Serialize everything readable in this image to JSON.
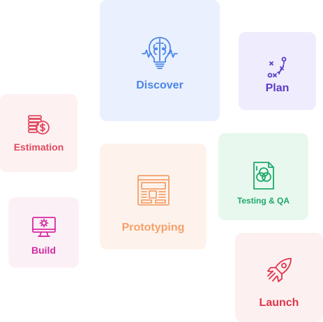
{
  "cards": {
    "discover": {
      "label": "Discover",
      "icon": "brain-bulb-icon",
      "color": "#4a86e8",
      "background": "#eaf0fd"
    },
    "plan": {
      "label": "Plan",
      "icon": "strategy-plan-icon",
      "color": "#5b3cc4",
      "background": "#efedfd"
    },
    "estimation": {
      "label": "Estimation",
      "icon": "coins-dollar-icon",
      "color": "#e04a5f",
      "background": "#fdf1f2"
    },
    "testing": {
      "label": "Testing & QA",
      "icon": "document-test-icon",
      "color": "#1fa869",
      "background": "#e8f8ef"
    },
    "prototyping": {
      "label": "Prototyping",
      "icon": "wireframe-icon",
      "color": "#f5a06a",
      "background": "#fef3ec"
    },
    "build": {
      "label": "Build",
      "icon": "monitor-gear-icon",
      "color": "#d42ba1",
      "background": "#fcf0f7"
    },
    "launch": {
      "label": "Launch",
      "icon": "rocket-icon",
      "color": "#e03448",
      "background": "#fdf0f1"
    }
  }
}
